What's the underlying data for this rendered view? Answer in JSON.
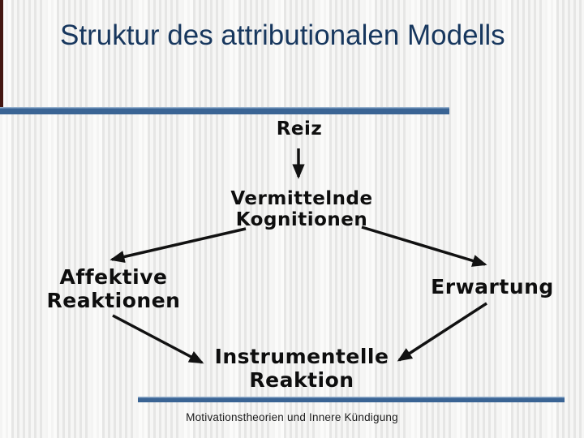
{
  "slide": {
    "title": "Struktur des attributionalen Modells",
    "title_lines": [
      "Struktur des attributionalen",
      "Modells"
    ],
    "footer": "Motivationstheorien und Innere Kündigung",
    "colors": {
      "title_text": "#17375E",
      "accent_blue": "#3A6494",
      "accent_maroon": "#451711",
      "node_text": "#0E0E0E",
      "arrow": "#121212",
      "background": "#F2F2F1"
    },
    "diagram": {
      "nodes": {
        "reiz": "Reiz",
        "vermittelnde": "Vermittelnde\nKognitionen",
        "affektive": "Affektive\nReaktionen",
        "erwartung": "Erwartung",
        "instrumentelle": "Instrumentelle\nReaktion"
      },
      "edges": [
        {
          "from": "Reiz",
          "to": "Vermittelnde Kognitionen"
        },
        {
          "from": "Vermittelnde Kognitionen",
          "to": "Affektive Reaktionen"
        },
        {
          "from": "Vermittelnde Kognitionen",
          "to": "Erwartung"
        },
        {
          "from": "Affektive Reaktionen",
          "to": "Instrumentelle Reaktion"
        },
        {
          "from": "Erwartung",
          "to": "Instrumentelle Reaktion"
        }
      ]
    }
  }
}
